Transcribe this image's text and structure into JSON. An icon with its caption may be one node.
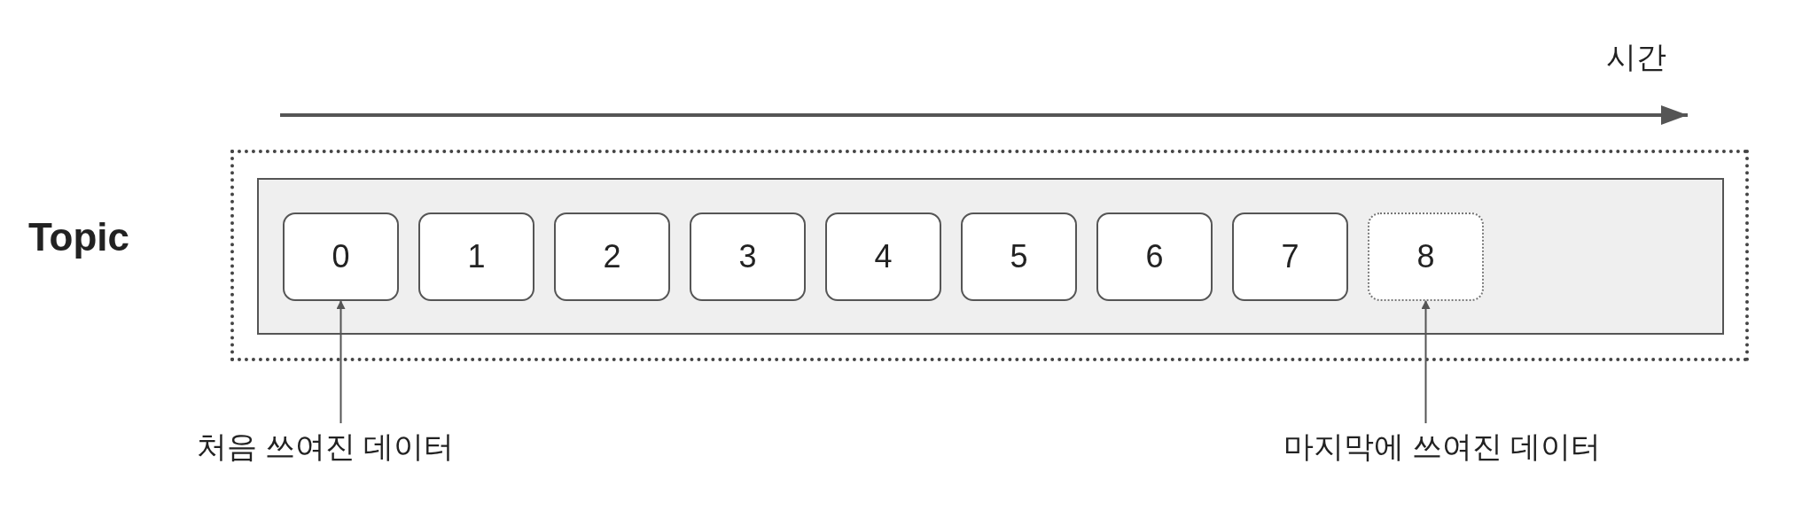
{
  "diagram": {
    "nodes": [
      {
        "text": [
          "Topic"
        ]
      },
      {
        "text": [],
        "shape": "box",
        "in": 0
      },
      {
        "text": [
          "0"
        ],
        "in": 1
      },
      {
        "text": [
          "1"
        ],
        "in": 1
      },
      {
        "text": [
          "2"
        ],
        "in": 1
      },
      {
        "text": [
          "3"
        ],
        "in": 1
      },
      {
        "text": [
          "4"
        ],
        "in": 1
      },
      {
        "text": [
          "5"
        ],
        "in": 1
      },
      {
        "text": [
          "6"
        ],
        "in": 1
      },
      {
        "text": [
          "7"
        ],
        "in": 1
      },
      {
        "text": [
          "8"
        ],
        "in": 1
      },
      {
        "text": [
          "처음 쓰여진 데이터"
        ]
      },
      {
        "text": [
          "마지막에 쓰여진 데이터"
        ]
      }
    ],
    "edges": [
      {
        "from": 11,
        "to": 2,
        "arrow": "to"
      },
      {
        "from": 12,
        "to": 10,
        "arrow": "to"
      }
    ],
    "labels": [
      "시간"
    ]
  }
}
